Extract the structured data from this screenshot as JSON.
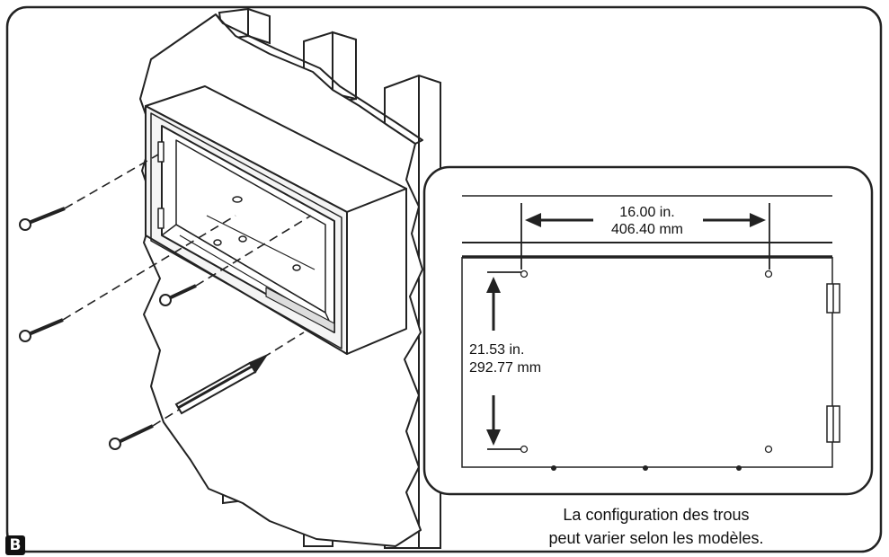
{
  "figure_label": "B",
  "detail": {
    "width_in": "16.00 in.",
    "width_mm": "406.40 mm",
    "height_in": "21.53 in.",
    "height_mm": "292.77 mm"
  },
  "caption": {
    "line1": "La configuration des trous",
    "line2": "peut varier selon les modèles."
  }
}
